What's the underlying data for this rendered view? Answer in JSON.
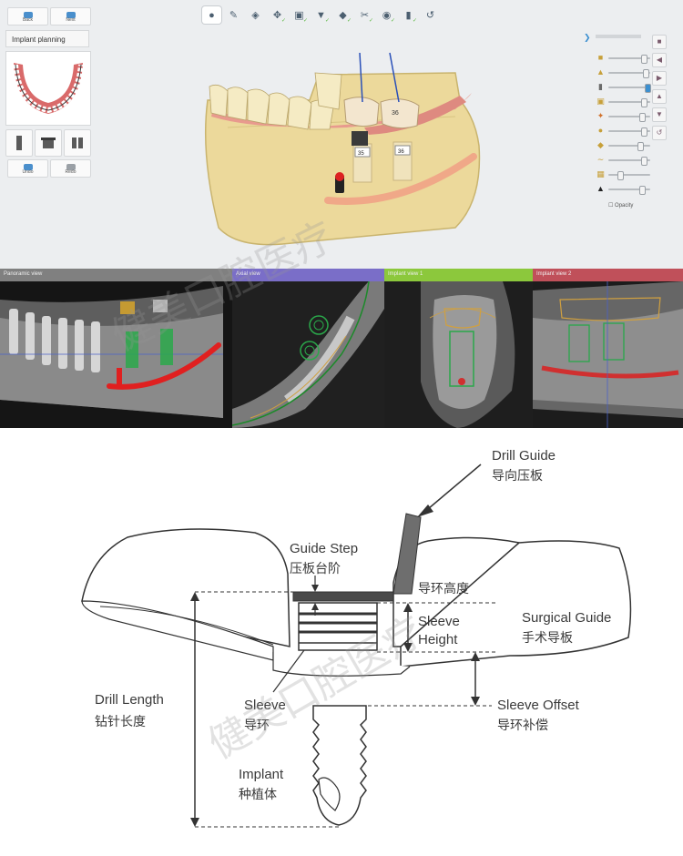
{
  "left_panel": {
    "top_buttons": [
      {
        "label": "Back",
        "icon": "arrow-left-icon"
      },
      {
        "label": "Next",
        "icon": "arrow-right-icon"
      }
    ],
    "title": "Implant planning",
    "tool_icons": [
      "implant-icon",
      "sleeve-icon",
      "abutment-icon"
    ],
    "bottom_buttons": [
      {
        "label": "Undo",
        "icon": "undo-icon"
      },
      {
        "label": "Redo",
        "icon": "redo-icon"
      }
    ]
  },
  "toolbar": {
    "icons": [
      "tooth-icon",
      "brush-icon",
      "layers-icon",
      "implant-position-icon",
      "sleeve-icon",
      "guide-icon",
      "tooth-check-icon",
      "cut-icon",
      "crown-icon",
      "drill-icon",
      "export-icon"
    ],
    "active_index": 0,
    "accent_color": "#5ab840"
  },
  "right_panel": {
    "slider_count": 10,
    "footer_label": "Opacity",
    "tools": [
      "view-front-icon",
      "view-left-icon",
      "view-right-icon",
      "view-top-icon",
      "view-bottom-icon",
      "view-reset-icon"
    ]
  },
  "model_labels": {
    "crown_right": "36",
    "implant_left": "35",
    "implant_right": "36"
  },
  "ct_views": [
    {
      "title": "Panoramic view",
      "header_color": "#808080"
    },
    {
      "title": "Axial view",
      "header_color": "#7a6ec8"
    },
    {
      "title": "Implant view 1",
      "header_color": "#8cc83c"
    },
    {
      "title": "Implant view 2",
      "header_color": "#c0505a"
    }
  ],
  "diagram": {
    "drill_guide_en": "Drill Guide",
    "drill_guide_cn": "导向压板",
    "guide_step_en": "Guide Step",
    "guide_step_cn": "压板台阶",
    "sleeve_height_cn": "导环高度",
    "sleeve_height_en_1": "Sleeve",
    "sleeve_height_en_2": "Height",
    "surgical_guide_en": "Surgical Guide",
    "surgical_guide_cn": "手术导板",
    "drill_length_en": "Drill Length",
    "drill_length_cn": "钻针长度",
    "sleeve_en": "Sleeve",
    "sleeve_cn": "导环",
    "sleeve_offset_en": "Sleeve Offset",
    "sleeve_offset_cn": "导环补偿",
    "implant_en": "Implant",
    "implant_cn": "种植体"
  },
  "watermark": {
    "text": "健美口腔医疗"
  }
}
